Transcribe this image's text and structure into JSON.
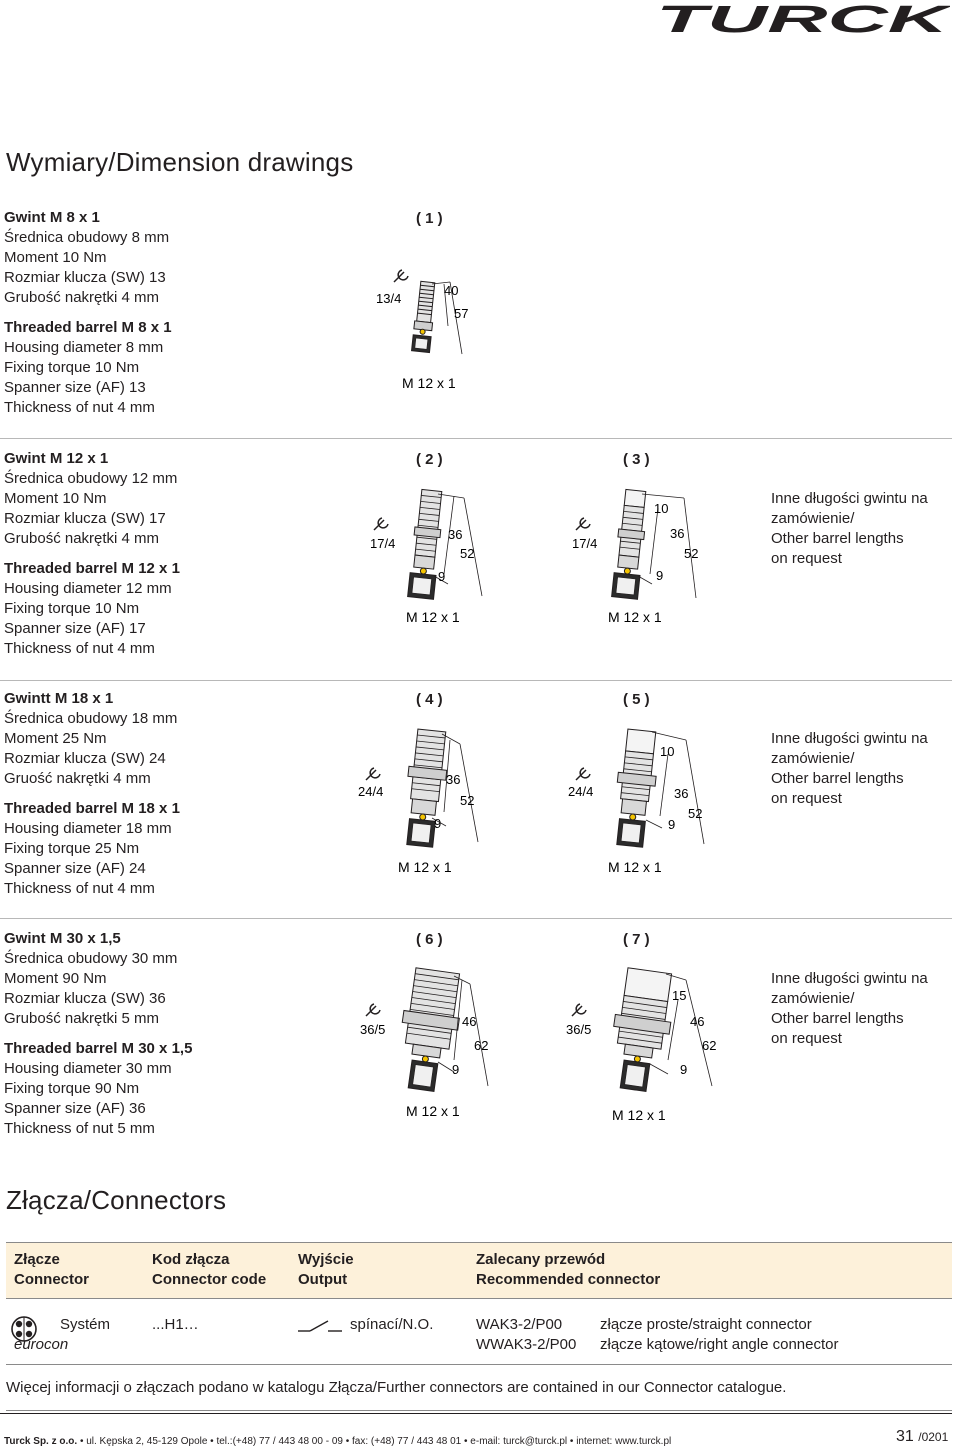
{
  "brand": {
    "logo_text": "TURCK"
  },
  "title": "Wymiary/Dimension drawings",
  "sections": [
    {
      "pl": [
        "Gwint M 8 x 1",
        "Średnica obudowy 8 mm",
        "Moment 10 Nm",
        "Rozmiar klucza (SW) 13",
        "Grubość nakrętki 4 mm"
      ],
      "en": [
        "Threaded barrel M 8 x 1",
        "Housing diameter 8 mm",
        "Fixing torque 10 Nm",
        "Spanner size (AF) 13",
        "Thickness of nut 4 mm"
      ],
      "figures": [
        {
          "label": "( 1 )",
          "spanner": "13/4",
          "dims": [
            "40",
            "57"
          ],
          "connector": "M 12 x 1"
        }
      ]
    },
    {
      "pl": [
        "Gwint M 12 x 1",
        "Średnica obudowy 12 mm",
        "Moment 10 Nm",
        "Rozmiar klucza (SW) 17",
        "Grubość nakrętki 4 mm"
      ],
      "en": [
        "Threaded barrel M 12 x 1",
        "Housing diameter 12 mm",
        "Fixing torque 10 Nm",
        "Spanner size (AF) 17",
        "Thickness of nut 4 mm"
      ],
      "figures": [
        {
          "label": "( 2 )",
          "spanner": "17/4",
          "dims": [
            "36",
            "52",
            "9"
          ],
          "connector": "M 12 x 1"
        },
        {
          "label": "( 3 )",
          "spanner": "17/4",
          "dims": [
            "10",
            "36",
            "52",
            "9"
          ],
          "connector": "M 12 x 1"
        }
      ],
      "note": [
        "Inne długości gwintu na",
        "zamówienie/",
        "Other barrel lengths",
        "on request"
      ]
    },
    {
      "pl": [
        "Gwintt M 18 x 1",
        "Średnica obudowy 18 mm",
        "Moment 25 Nm",
        "Rozmiar klucza (SW) 24",
        "Gruość nakrętki 4 mm"
      ],
      "en": [
        "Threaded barrel M 18 x 1",
        "Housing diameter 18 mm",
        "Fixing torque 25 Nm",
        "Spanner size (AF) 24",
        "Thickness of nut 4 mm"
      ],
      "figures": [
        {
          "label": "( 4 )",
          "spanner": "24/4",
          "dims": [
            "36",
            "52",
            "9"
          ],
          "connector": "M 12 x 1"
        },
        {
          "label": "( 5 )",
          "spanner": "24/4",
          "dims": [
            "10",
            "36",
            "52",
            "9"
          ],
          "connector": "M 12 x 1"
        }
      ],
      "note": [
        "Inne długości gwintu na",
        "zamówienie/",
        "Other barrel lengths",
        "on request"
      ]
    },
    {
      "pl": [
        "Gwint M 30 x 1,5",
        "Średnica obudowy 30 mm",
        "Moment 90 Nm",
        "Rozmiar klucza (SW) 36",
        "Grubość nakrętki 5 mm"
      ],
      "en": [
        "Threaded barrel M 30 x 1,5",
        "Housing diameter 30 mm",
        "Fixing torque 90 Nm",
        "Spanner size (AF) 36",
        "Thickness of nut 5 mm"
      ],
      "figures": [
        {
          "label": "( 6 )",
          "spanner": "36/5",
          "dims": [
            "46",
            "62",
            "9"
          ],
          "connector": "M 12 x 1"
        },
        {
          "label": "( 7 )",
          "spanner": "36/5",
          "dims": [
            "15",
            "46",
            "62",
            "9"
          ],
          "connector": "M 12 x 1"
        }
      ],
      "note": [
        "Inne długości gwintu na",
        "zamówienie/",
        "Other barrel lengths",
        "on request"
      ]
    }
  ],
  "connectors_title": "Złącza/Connectors",
  "table": {
    "headers": [
      {
        "pl": "Złącze",
        "en": "Connector"
      },
      {
        "pl": "Kod złącza",
        "en": "Connector code"
      },
      {
        "pl": "Wyjście",
        "en": "Output"
      },
      {
        "pl": "Zalecany przewód",
        "en": "Recommended connector"
      }
    ],
    "row": {
      "system_label": "Systém",
      "system_name": "eurocon",
      "code": "...H1…",
      "output": "spínací/N.O.",
      "recommended": [
        {
          "code": "WAK3-2/P00",
          "desc": "złącze proste/straight connector"
        },
        {
          "code": "WWAK3-2/P00",
          "desc": "złącze kątowe/right angle connector"
        }
      ]
    }
  },
  "more_info": "Więcej informacji o złączach podano w katalogu Złącza/Further connectors are contained in our Connector catalogue.",
  "footer": {
    "company": "Turck Sp. z o.o.",
    "address": "• ul. Kępska 2, 45-129 Opole • tel.:(+48) 77 / 443 48 00 - 09 • fax: (+48) 77 / 443 48 01 • e-mail: turck@turck.pl • internet: www.turck.pl",
    "page": "31",
    "edition": "/0201"
  }
}
